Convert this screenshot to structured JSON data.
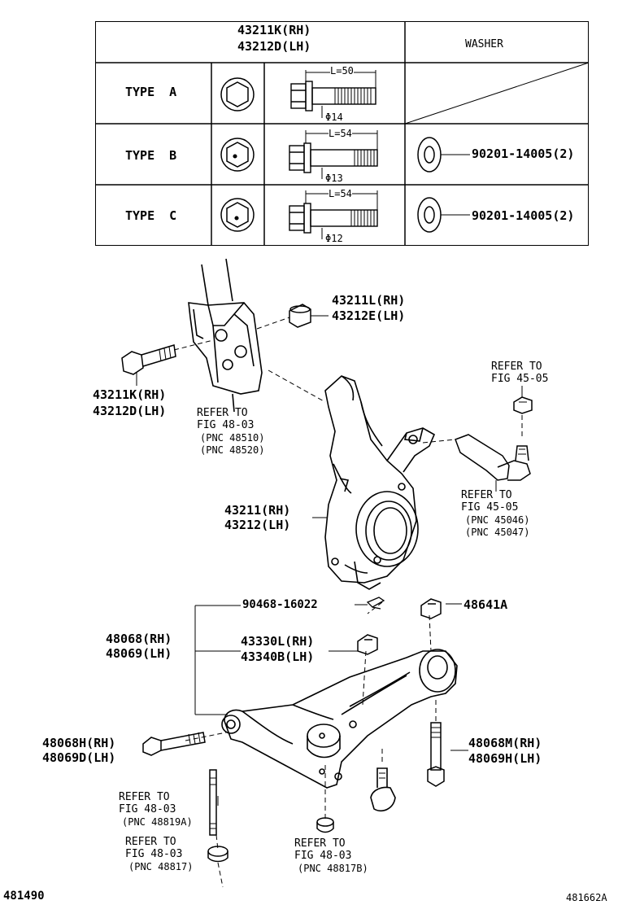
{
  "table": {
    "header_part": [
      "43211K(RH)",
      "43212D(LH)"
    ],
    "header_washer": "WASHER",
    "rows": [
      {
        "type": "TYPE  A",
        "length": "L=50",
        "dia": "Φ14",
        "washer": ""
      },
      {
        "type": "TYPE  B",
        "length": "L=54",
        "dia": "Φ13",
        "washer": "90201-14005(2)"
      },
      {
        "type": "TYPE  C",
        "length": "L=54",
        "dia": "Φ12",
        "washer": "90201-14005(2)"
      }
    ]
  },
  "labels": {
    "cam_nut": [
      "43211L(RH)",
      "43212E(LH)"
    ],
    "cam_bolt": [
      "43211K(RH)",
      "43212D(LH)"
    ],
    "strut_ref": [
      "REFER TO",
      "FIG 48-03",
      "(PNC 48510)",
      "(PNC 48520)"
    ],
    "tie_rod_nut_ref": [
      "REFER TO",
      "FIG 45-05"
    ],
    "tie_rod_ref": [
      "REFER TO",
      "FIG 45-05",
      "(PNC 45046)",
      "(PNC 45047)"
    ],
    "knuckle": [
      "43211(RH)",
      "43212(LH)"
    ],
    "cotter_pin": "90468-16022",
    "nut_48641": "48641A",
    "arm_assy": [
      "48068(RH)",
      "48069(LH)"
    ],
    "ball_joint": [
      "43330L(RH)",
      "43340B(LH)"
    ],
    "front_bolt": [
      "48068H(RH)",
      "48069D(LH)"
    ],
    "rear_bolt": [
      "48068M(RH)",
      "48069H(LH)"
    ],
    "stab_ref_1": [
      "REFER TO",
      "FIG 48-03",
      "(PNC 48819A)"
    ],
    "stab_ref_2": [
      "REFER TO",
      "FIG 48-03",
      "(PNC 48817)"
    ],
    "stab_ref_3": [
      "REFER TO",
      "FIG 48-03",
      "(PNC 48817B)"
    ],
    "code_left": "481490",
    "code_right": "481662A"
  }
}
